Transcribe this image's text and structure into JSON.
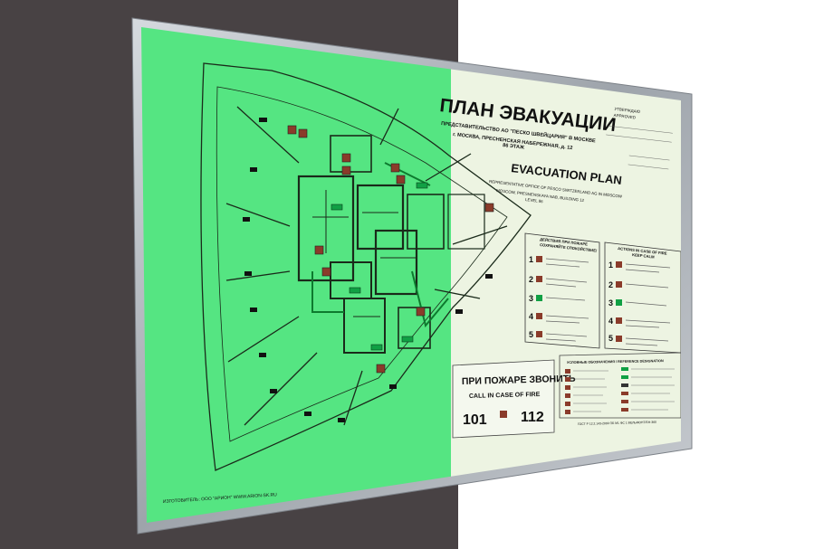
{
  "sign": {
    "title_ru": "ПЛАН ЭВАКУАЦИИ",
    "subtitle_ru_1": "ПРЕДСТАВИТЕЛЬСТВО АО \"ПЕСКО ШВЕЙЦАРИЯ\" В МОСКВЕ",
    "subtitle_ru_2": "г. МОСКВА, ПРЕСНЕНСКАЯ НАБЕРЕЖНАЯ, д. 12",
    "subtitle_ru_3": "86 ЭТАЖ",
    "title_en": "EVACUATION PLAN",
    "subtitle_en_1": "REPRESENTATIVE OFFICE OF PESCO SWITZERLAND AG IN MOSCOW",
    "subtitle_en_2": "MOSCOW, PRESNENSKAYA NAB, BUILDING 12",
    "subtitle_en_3": "LEVEL 86",
    "approved": "УТВЕРЖДАЮ",
    "approved_2": "APPROVED",
    "actions_ru_title": "ДЕЙСТВИЯ ПРИ ПОЖАРЕ",
    "actions_ru_title_2": "СОХРАНЯЙТЕ СПОКОЙСТВИЕ!",
    "actions_en_title": "ACTIONS IN CASE OF FIRE",
    "actions_en_title_2": "KEEP CALM",
    "call_title_ru": "ПРИ ПОЖАРЕ ЗВОНИТЬ",
    "call_title_en": "CALL IN CASE OF FIRE",
    "phone_1": "101",
    "phone_2": "112",
    "legend_title": "УСЛОВНЫЕ ОБОЗНАЧЕНИЯ / REFERENCE DESIGNATION",
    "maker": "ИЗГОТОВИТЕЛЬ: ООО \"АРИОН\" WWW.ARION-SK.RU",
    "standard": "ГОСТ Р 12.2.143-2009 ПБ М1 ФС 1 ВЕЛЬМОНТ/ЕН-360",
    "step_numbers": [
      "1",
      "2",
      "3",
      "4",
      "5"
    ]
  },
  "colors": {
    "wall_dark": "#484244",
    "glow_green": "#55e582",
    "panel_cream": "#edf4e2",
    "frame": "#b9bec4"
  }
}
